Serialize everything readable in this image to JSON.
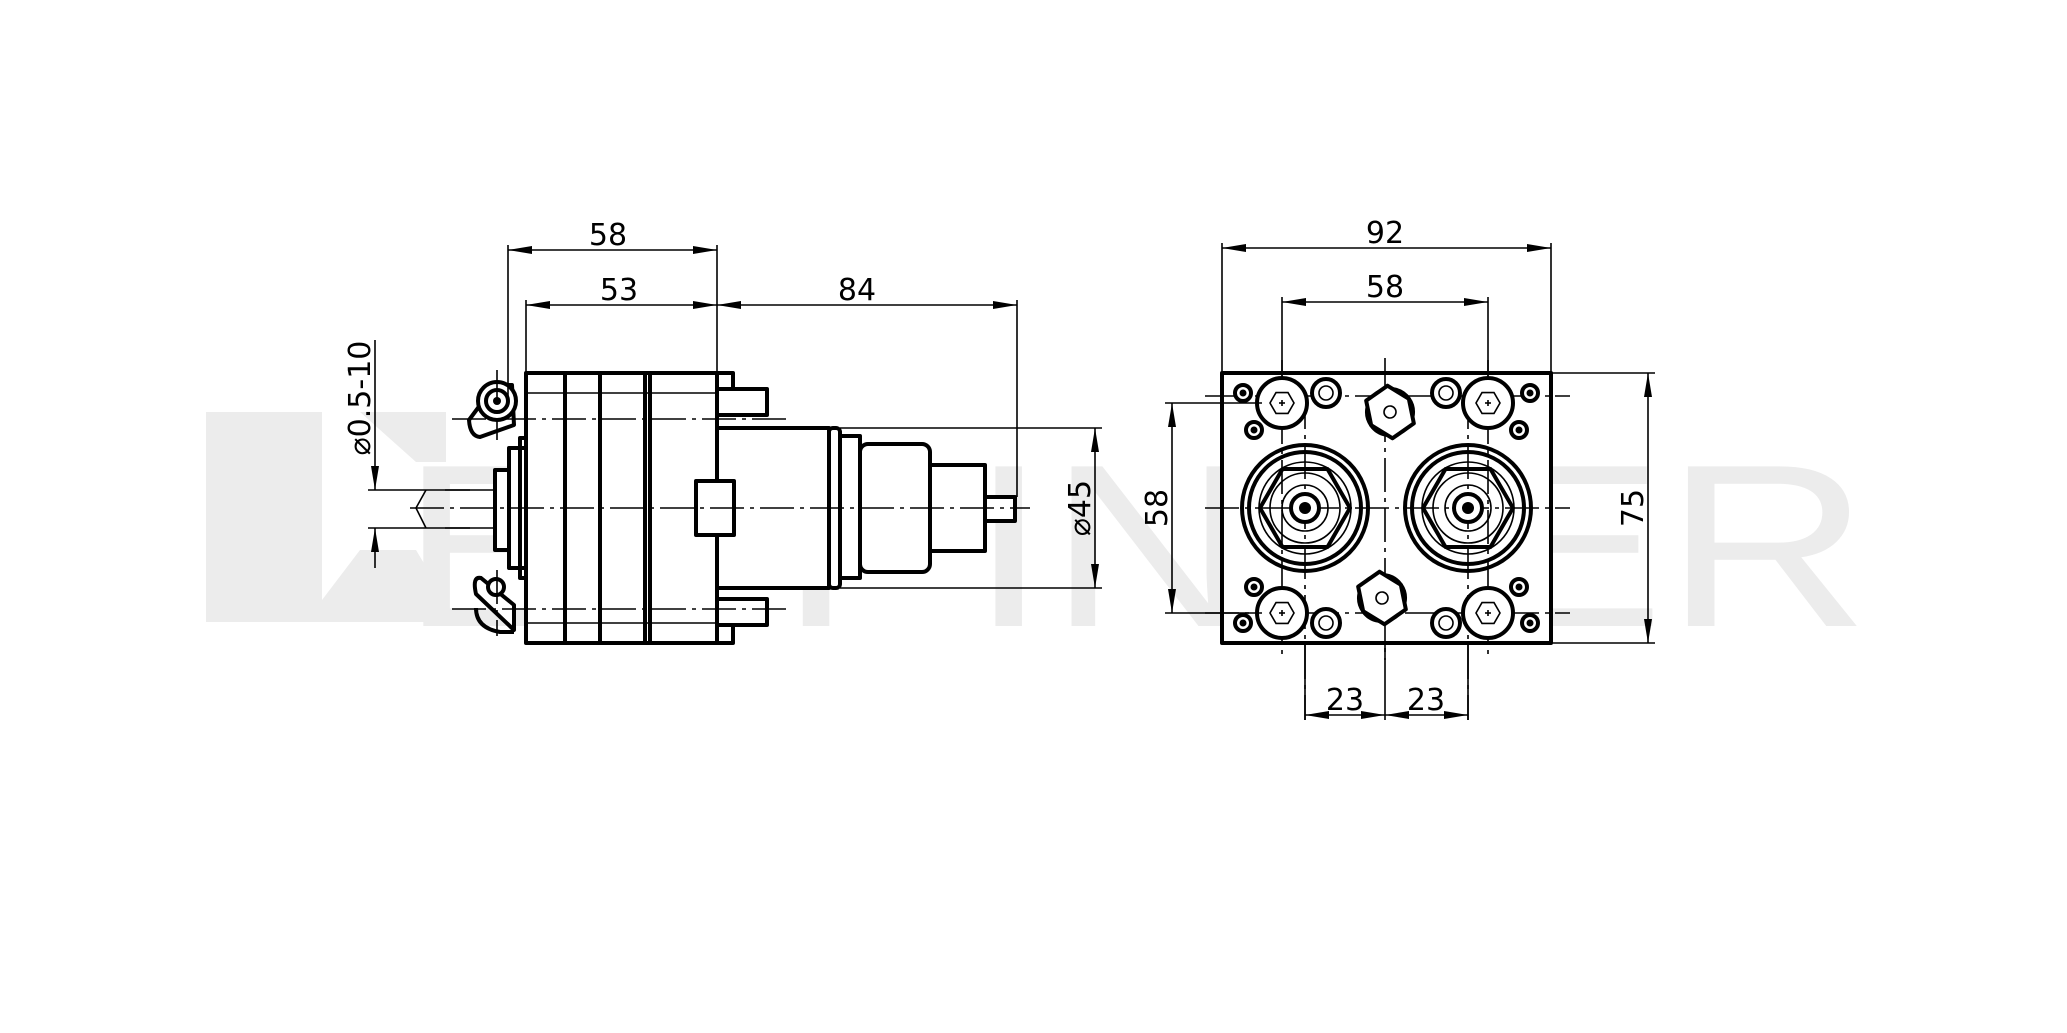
{
  "watermark": {
    "text": "EPPINGER",
    "color": "#ececec"
  },
  "side_view": {
    "dim_overall_width": "58",
    "dim_body_width": "53",
    "dim_shaft_length": "84",
    "dim_diameter": "⌀45",
    "dim_clamping_range": "⌀0.5-10"
  },
  "front_view": {
    "dim_width": "92",
    "dim_bolt_spacing_horizontal": "58",
    "dim_bolt_spacing_vertical": "58",
    "dim_height": "75",
    "dim_spindle_offset_left": "23",
    "dim_spindle_offset_right": "23"
  },
  "colors": {
    "line": "#000000",
    "background": "#ffffff"
  }
}
